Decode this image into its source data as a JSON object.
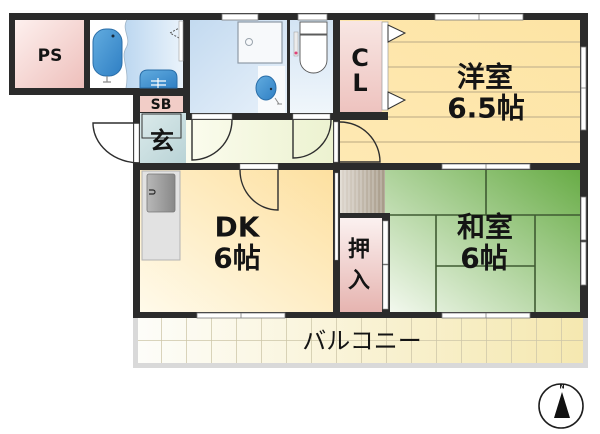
{
  "floorplan": {
    "rooms": {
      "ps": {
        "label": "PS"
      },
      "shoe_box": {
        "label": "SB"
      },
      "entrance": {
        "label": "玄"
      },
      "closet": {
        "label_top": "C",
        "label_bottom": "L"
      },
      "western_room": {
        "name": "洋室",
        "size": "6.5帖"
      },
      "dining_kitchen": {
        "name": "DK",
        "size": "6帖"
      },
      "japanese_room": {
        "name": "和室",
        "size": "6帖"
      },
      "oshiire": {
        "label_top": "押",
        "label_bottom": "入"
      },
      "balcony": {
        "label": "バルコニー"
      }
    },
    "compass": {
      "north_label": "N"
    }
  },
  "colors": {
    "wall": "#2b2b2b",
    "ps_light": "#fdf0ee",
    "ps_dark": "#eebfbb",
    "bath_light": "#eaf3fb",
    "bath_dark": "#bcd7f0",
    "wash_light": "#e8f1fa",
    "wash_dark": "#c3daf0",
    "toilet_top": "#d3e4f4",
    "toilet_bottom": "#f0f6fb",
    "fixture_blue_light": "#62acdf",
    "fixture_blue_dark": "#2f7fc4",
    "shoe_box": "#f2cdc7",
    "entrance_light": "#dbeaeb",
    "entrance_dark": "#b9d3d6",
    "closet_light": "#f8e6e3",
    "closet_dark": "#eec3bf",
    "western_room": "#fde4a4",
    "western_room_light": "#fee9b3",
    "corridor_light": "#fbfcee",
    "corridor_dark": "#ecf2d0",
    "dk_light": "#fffaea",
    "dk_dark": "#fde0a0",
    "storage_light": "#ddd6cd",
    "storage_dark": "#a69a88",
    "oshiire_top": "#fbf1f0",
    "oshiire_bottom": "#e6b4b0",
    "tatami_light": "#f4f9f0",
    "tatami_dark": "#68ac46",
    "balcony_light": "#fdfdf9",
    "balcony_dark": "#f5e8b0",
    "sink_light": "#b8b8b8",
    "sink_dark": "#888888"
  }
}
